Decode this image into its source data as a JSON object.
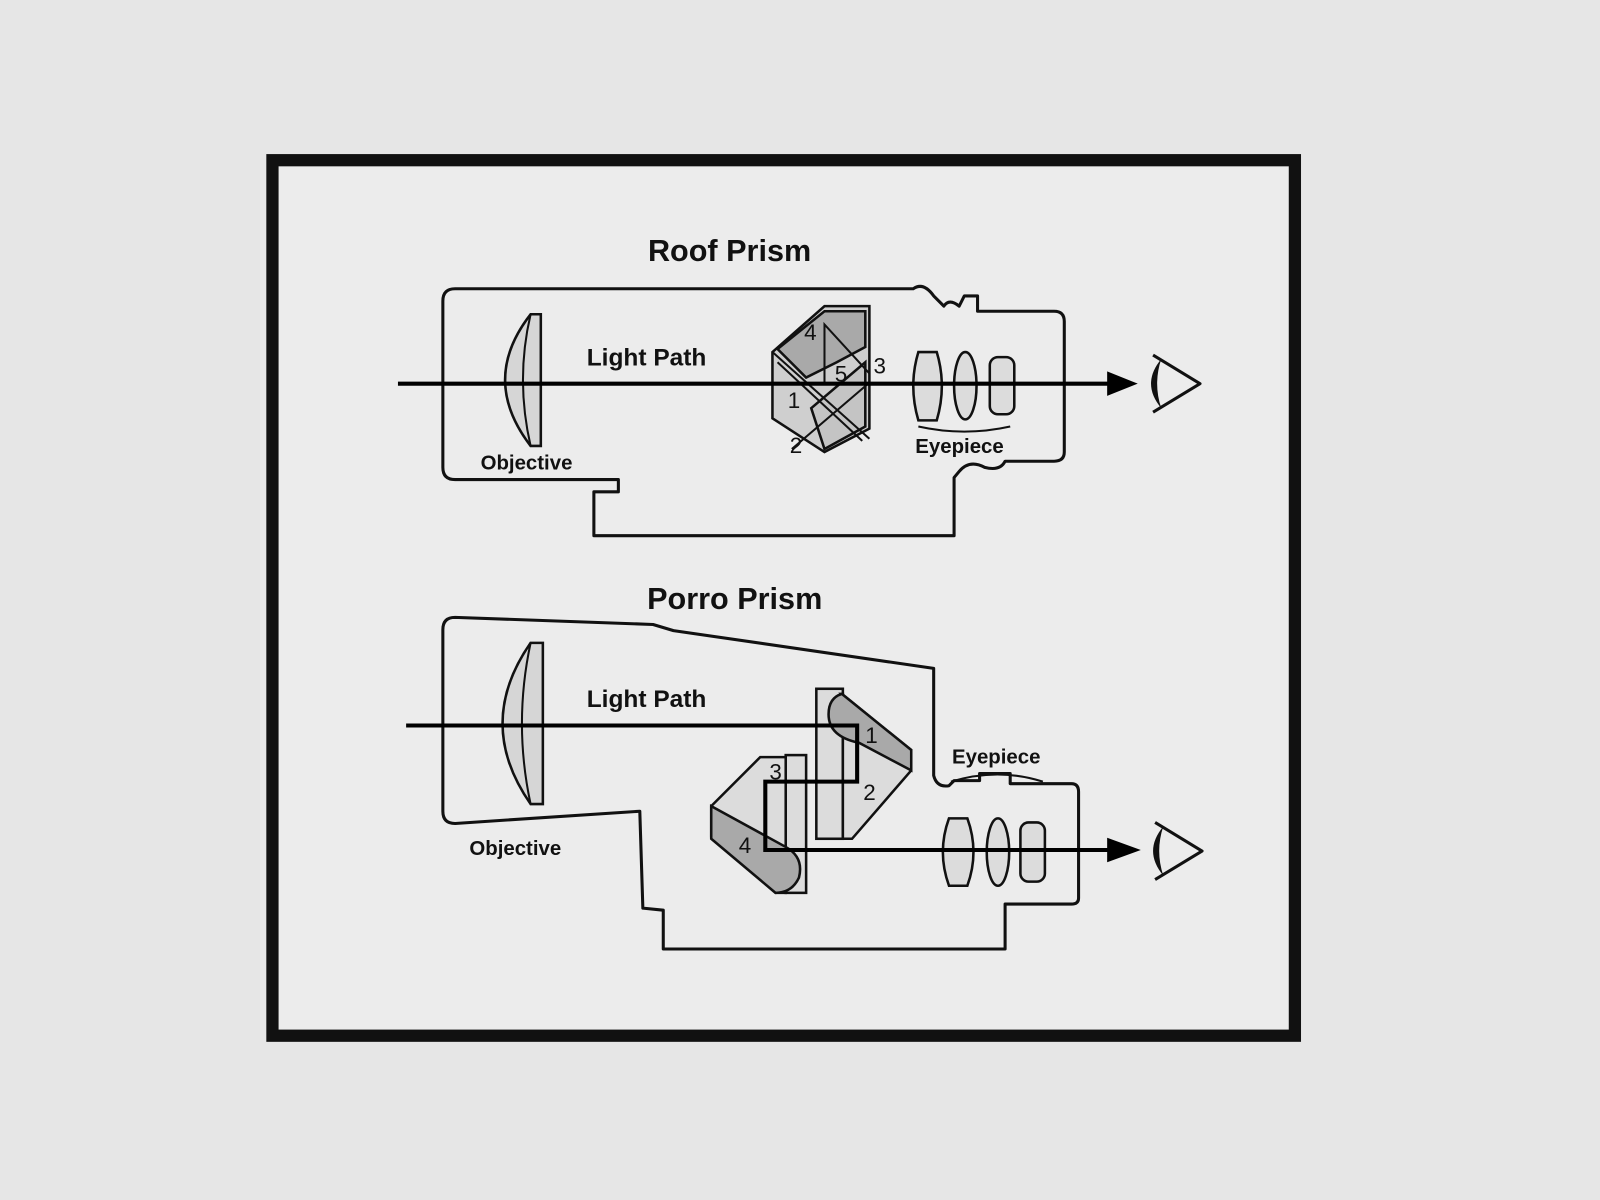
{
  "roof": {
    "title": "Roof Prism",
    "light_path": "Light Path",
    "objective": "Objective",
    "eyepiece": "Eyepiece",
    "surfaces": [
      "1",
      "2",
      "3",
      "4",
      "5"
    ]
  },
  "porro": {
    "title": "Porro Prism",
    "light_path": "Light Path",
    "objective": "Objective",
    "eyepiece": "Eyepiece",
    "surfaces": [
      "1",
      "2",
      "3",
      "4"
    ]
  },
  "colors": {
    "background": "#e6e6e6",
    "frame": "#111111",
    "prism_shade": "#a9a9a9"
  }
}
